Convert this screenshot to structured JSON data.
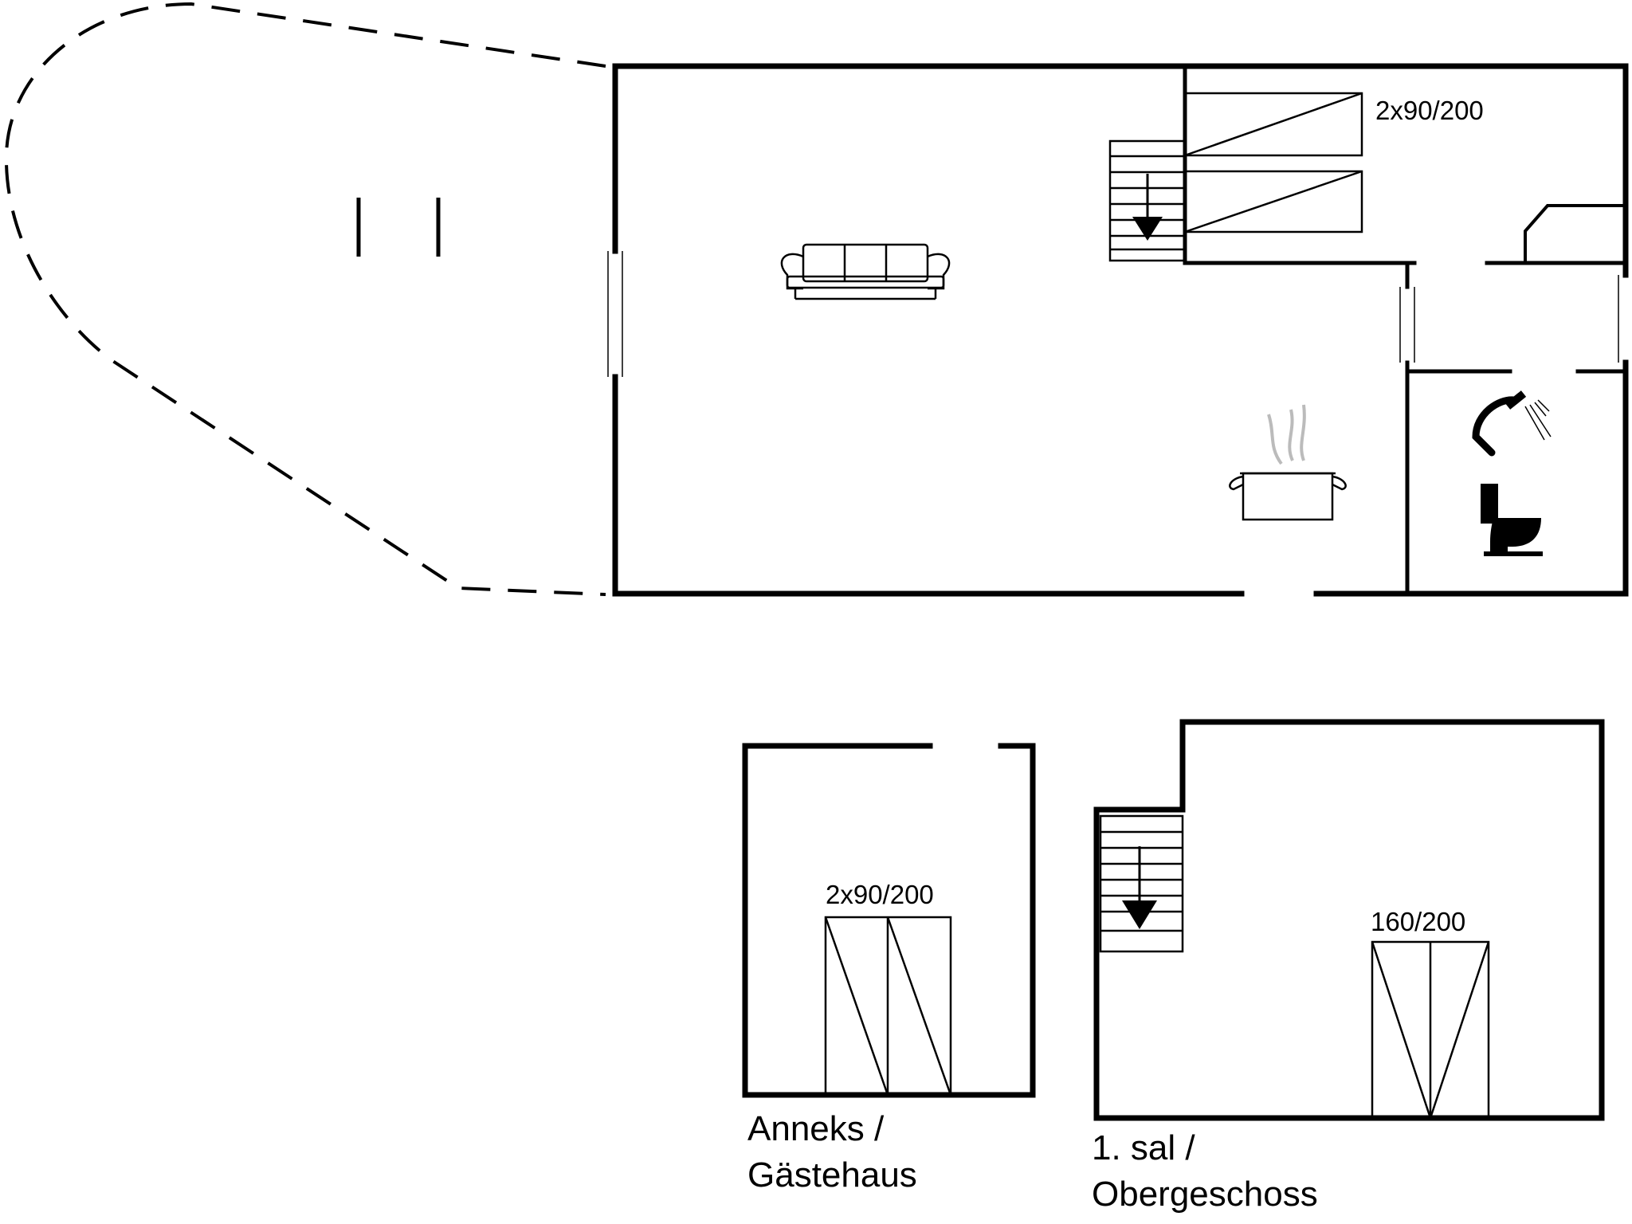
{
  "main_floor": {
    "bunk_bed_label": "2x90/200",
    "icons": [
      "sofa-icon",
      "stairs-down-icon",
      "stove-icon",
      "cooking-pot-icon",
      "shower-icon",
      "toilet-icon"
    ]
  },
  "annex": {
    "bed_label": "2x90/200",
    "caption_line1": "Anneks /",
    "caption_line2": "Gästehaus"
  },
  "upper_floor": {
    "bed_label": "160/200",
    "caption_line1": "1. sal /",
    "caption_line2": "Obergeschoss"
  },
  "colors": {
    "line": "#000000",
    "background": "#ffffff",
    "steam": "#bbbbbb"
  }
}
